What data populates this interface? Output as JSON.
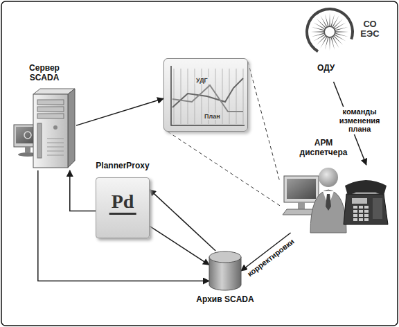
{
  "diagram": {
    "nodes": [
      {
        "text": [
          "Сервер SCADA"
        ]
      },
      {
        "text": [
          "УДГ",
          "План"
        ]
      },
      {
        "text": [
          "СО ЕЭС",
          "ОДУ"
        ]
      },
      {
        "text": [
          "PlannerProxy",
          "Pd"
        ]
      },
      {
        "text": [
          "АРМ диспетчера"
        ]
      },
      {
        "text": [
          "Архив SCADA"
        ]
      }
    ],
    "edges": [
      {
        "from": 0,
        "to": 1,
        "arrow": "to"
      },
      {
        "from": 1,
        "to": 4,
        "arrow": "none"
      },
      {
        "from": 1,
        "to": 4,
        "arrow": "none"
      },
      {
        "from": 2,
        "to": 4,
        "label": "команды изменения плана",
        "arrow": "to"
      },
      {
        "from": 3,
        "to": 0,
        "arrow": "to"
      },
      {
        "from": 5,
        "to": 3,
        "arrow": "to"
      },
      {
        "from": 3,
        "to": 5,
        "arrow": "to"
      },
      {
        "from": 0,
        "to": 5,
        "arrow": "to"
      },
      {
        "from": 4,
        "to": 5,
        "label": "корректировки",
        "arrow": "to"
      }
    ]
  }
}
